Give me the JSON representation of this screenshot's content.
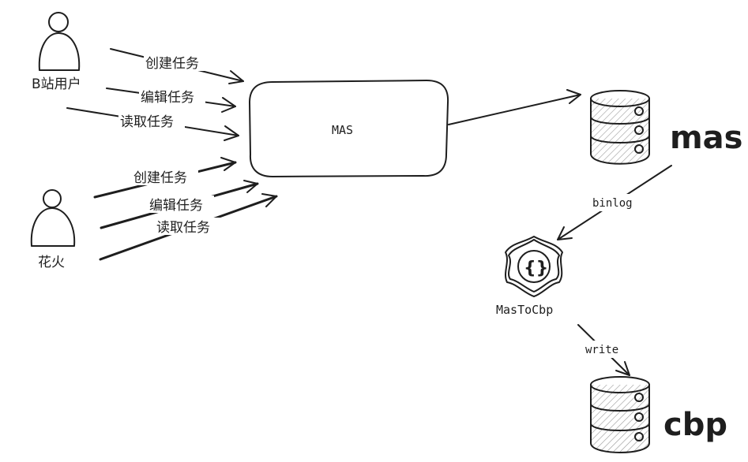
{
  "actors": {
    "bilibili_user": "B站用户",
    "huohuo": "花火"
  },
  "edges": {
    "a1": "创建任务",
    "a2": "编辑任务",
    "a3": "读取任务",
    "b1": "创建任务",
    "b2": "编辑任务",
    "b3": "读取任务",
    "binlog": "binlog",
    "write": "write"
  },
  "nodes": {
    "mas_service": "MAS",
    "db_mas": "mas",
    "db_cbp": "cbp",
    "sync": "MasToCbp",
    "sync_icon_glyph": "{}"
  },
  "icons": {
    "actor": "user-icon",
    "database": "database-icon",
    "service": "braces-icon"
  }
}
